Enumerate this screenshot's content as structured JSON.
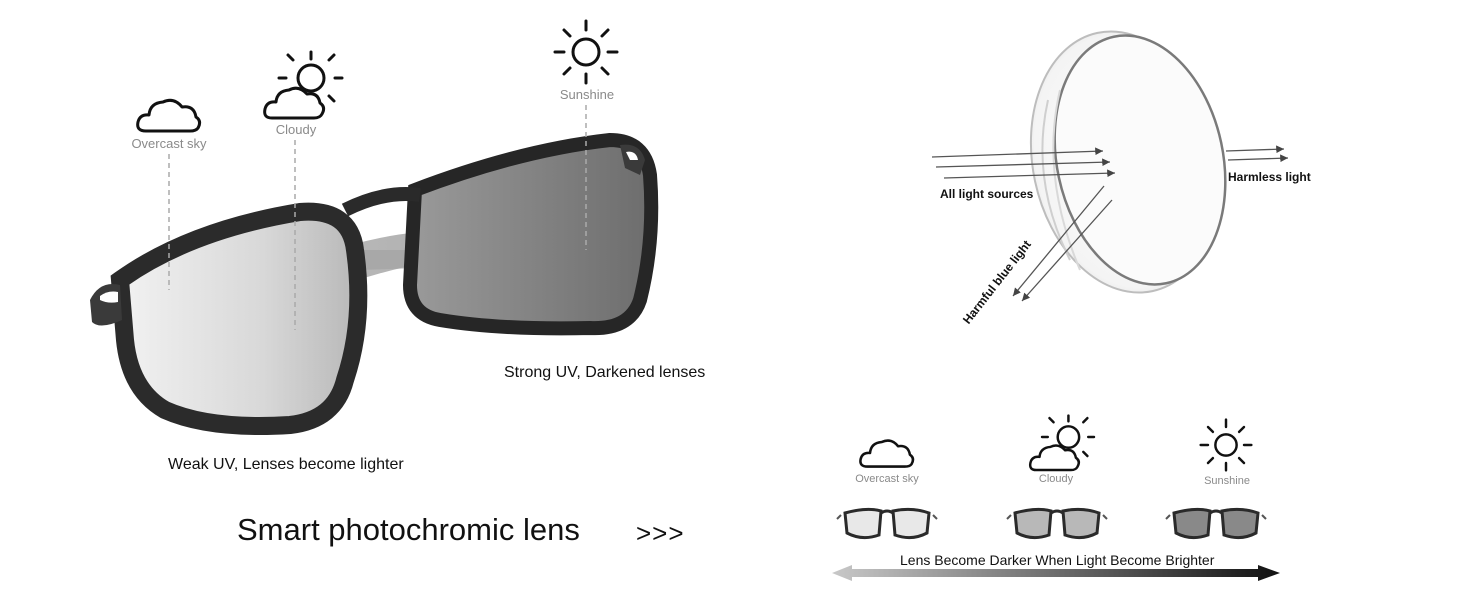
{
  "left_panel": {
    "weather": [
      {
        "label": "Overcast sky",
        "icon": "cloud-icon"
      },
      {
        "label": "Cloudy",
        "icon": "sun-behind-cloud-icon"
      },
      {
        "label": "Sunshine",
        "icon": "sun-icon"
      }
    ],
    "caption_strong": "Strong UV, Darkened lenses",
    "caption_weak": "Weak UV, Lenses become lighter",
    "headline": "Smart photochromic lens",
    "arrows": ">>>"
  },
  "lens_diagram": {
    "incoming": "All light sources",
    "outgoing": "Harmless light",
    "reflected": "Harmful blue light"
  },
  "comparison": {
    "stages": [
      {
        "label": "Overcast sky",
        "icon": "cloud-icon",
        "tint": 0.1
      },
      {
        "label": "Cloudy",
        "icon": "sun-behind-cloud-icon",
        "tint": 0.45
      },
      {
        "label": "Sunshine",
        "icon": "sun-icon",
        "tint": 0.8
      }
    ],
    "caption": "Lens Become Darker When Light Become Brighter"
  },
  "colors": {
    "frame": "#2a2a2a",
    "dark_lens": "#7d7d7d",
    "light_lens": "#ececec",
    "guide_line": "#aaaaaa",
    "label_gray": "#8a8a8a"
  }
}
